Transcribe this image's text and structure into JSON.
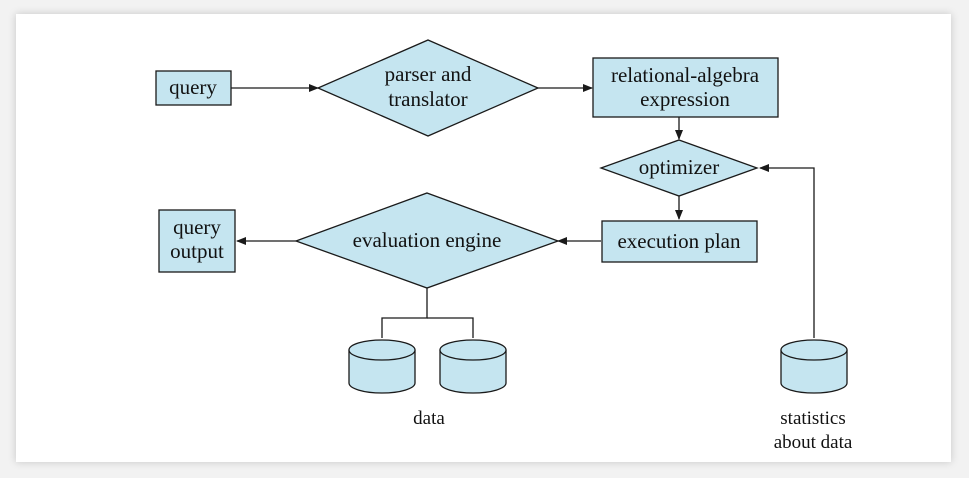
{
  "nodes": {
    "query": "query",
    "parser_line1": "parser and",
    "parser_line2": "translator",
    "relalg_line1": "relational-algebra",
    "relalg_line2": "expression",
    "optimizer": "optimizer",
    "execution_plan": "execution plan",
    "evaluation_engine": "evaluation engine",
    "output_line1": "query",
    "output_line2": "output"
  },
  "captions": {
    "data": "data",
    "stats_line1": "statistics",
    "stats_line2": "about data"
  },
  "colors": {
    "node_fill": "#c5e5f0",
    "stroke": "#1a1a1a"
  }
}
